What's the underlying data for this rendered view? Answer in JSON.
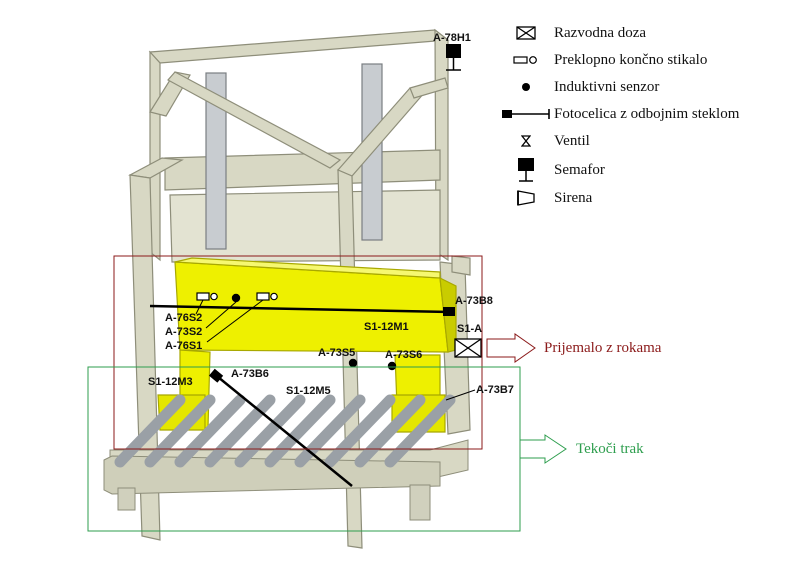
{
  "legend": {
    "items": [
      {
        "icon": "junction-box-icon",
        "label": "Razvodna doza"
      },
      {
        "icon": "limit-switch-icon",
        "label": "Preklopno končno stikalo"
      },
      {
        "icon": "inductive-sensor-icon",
        "label": "Induktivni senzor"
      },
      {
        "icon": "photocell-icon",
        "label": "Fotocelica z odbojnim steklom"
      },
      {
        "icon": "valve-icon",
        "label": "Ventil"
      },
      {
        "icon": "signal-lamp-icon",
        "label": "Semafor"
      },
      {
        "icon": "siren-icon",
        "label": "Sirena"
      }
    ]
  },
  "groups": {
    "gripper": {
      "label": "Prijemalo z rokama",
      "color": "#8b1a1a"
    },
    "conveyor": {
      "label": "Tekoči trak",
      "color": "#2e9e4e"
    }
  },
  "labels": {
    "a78h1": "A-78H1",
    "a73b8": "A-73B8",
    "a76s2": "A-76S2",
    "a73s2": "A-73S2",
    "a76s1": "A-76S1",
    "s1_12m1": "S1-12M1",
    "s1_a": "S1-A",
    "a73s5": "A-73S5",
    "a73s6": "A-73S6",
    "a73b6": "A-73B6",
    "s1_12m3": "S1-12M3",
    "s1_12m5": "S1-12M5",
    "a73b7": "A-73B7"
  },
  "colors": {
    "frame": "#d8d8c4",
    "frame_edge": "#8e8e7a",
    "gripper_body": "#eef000",
    "gripper_edge": "#a8a800",
    "roller": "#9aa0a6"
  }
}
